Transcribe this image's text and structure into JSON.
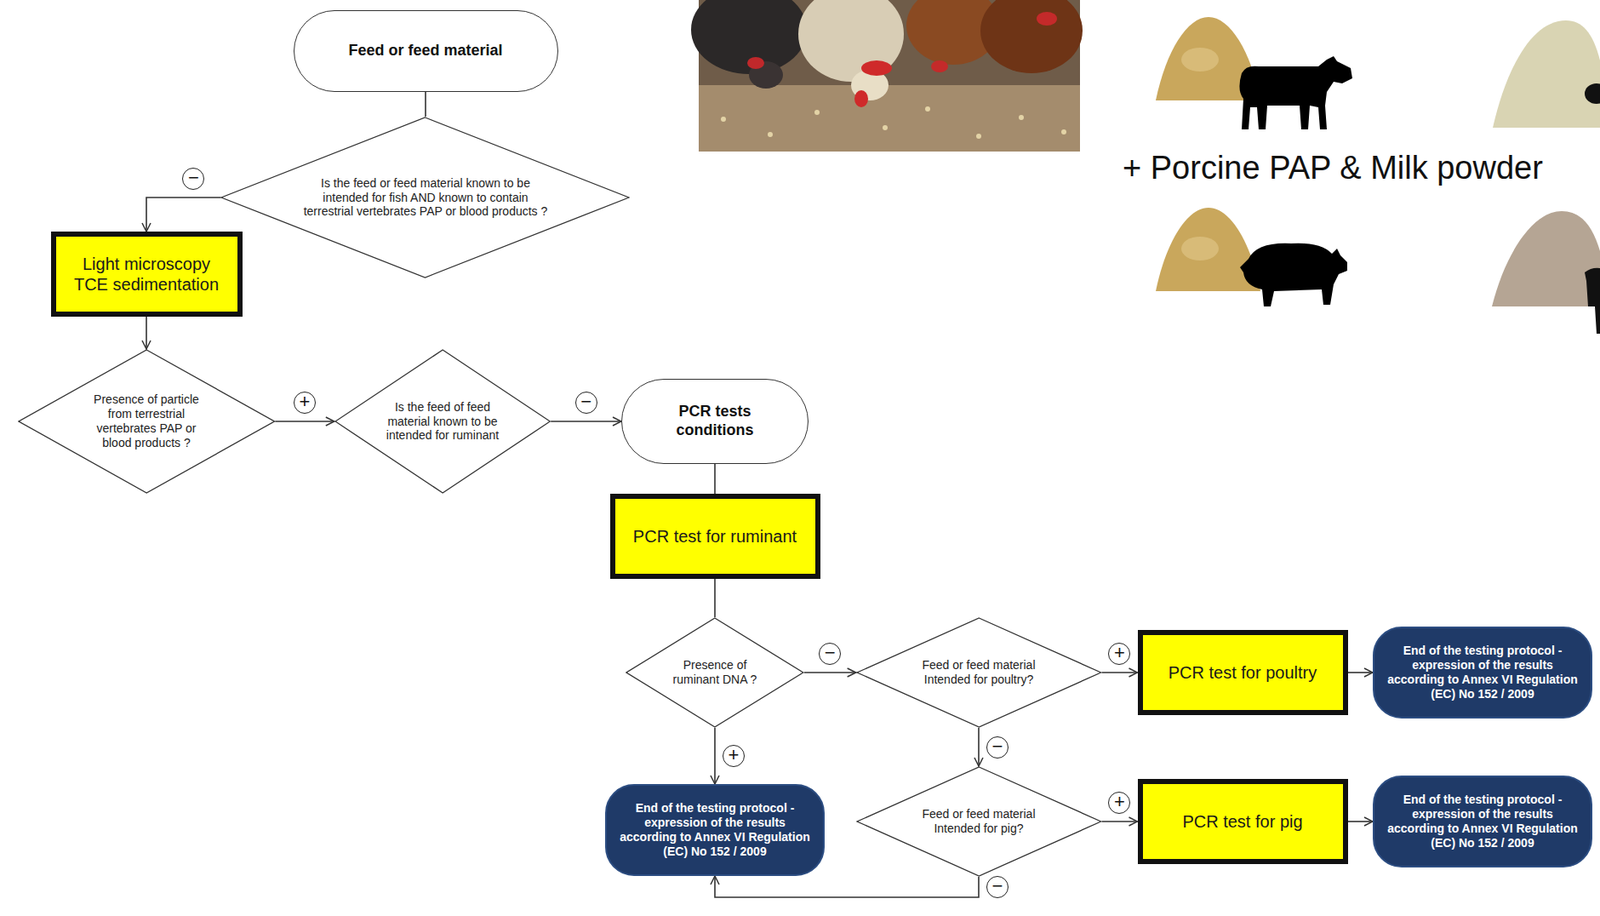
{
  "diagram": {
    "nodes": [
      {
        "text": [
          "Feed or feed material"
        ]
      },
      {
        "text": [
          "Is the feed or feed material known to be intended for fish AND known to contain terrestrial vertebrates PAP or blood products ?"
        ]
      },
      {
        "text": [
          "Light microscopy TCE sedimentation"
        ]
      },
      {
        "text": [
          "Presence of particle from terrestrial vertebrates PAP or blood products ?"
        ]
      },
      {
        "text": [
          "Is the feed of feed material known to be intended for ruminant"
        ]
      },
      {
        "text": [
          "PCR tests conditions"
        ]
      },
      {
        "text": [
          "PCR test for ruminant"
        ]
      },
      {
        "text": [
          "Presence of ruminant DNA ?"
        ]
      },
      {
        "text": [
          "Feed or feed material Intended for poultry?"
        ]
      },
      {
        "text": [
          "PCR test for poultry"
        ]
      },
      {
        "text": [
          "End of the testing protocol - expression of the results according to Annex VI Regulation (EC) No 152 / 2009"
        ]
      },
      {
        "text": [
          "End of the testing protocol - expression of the results according to Annex VI Regulation (EC) No 152 / 2009"
        ]
      },
      {
        "text": [
          "Feed or feed material Intended for pig?"
        ]
      },
      {
        "text": [
          "PCR test for pig"
        ]
      },
      {
        "text": [
          "End of the testing protocol - expression of the results according to Annex VI Regulation (EC) No 152 / 2009"
        ]
      }
    ],
    "edges": [
      {
        "from": 0,
        "to": 1,
        "arrow": "none"
      },
      {
        "from": 1,
        "to": 2,
        "label": "−",
        "arrow": "to"
      },
      {
        "from": 2,
        "to": 3,
        "arrow": "to"
      },
      {
        "from": 3,
        "to": 4,
        "label": "+",
        "arrow": "to"
      },
      {
        "from": 4,
        "to": 5,
        "label": "−",
        "arrow": "to"
      },
      {
        "from": 5,
        "to": 6,
        "arrow": "none"
      },
      {
        "from": 6,
        "to": 7,
        "arrow": "none"
      },
      {
        "from": 7,
        "to": 8,
        "label": "−",
        "arrow": "to"
      },
      {
        "from": 7,
        "to": 11,
        "label": "+",
        "arrow": "to"
      },
      {
        "from": 8,
        "to": 9,
        "label": "+",
        "arrow": "to"
      },
      {
        "from": 8,
        "to": 12,
        "label": "−",
        "arrow": "to"
      },
      {
        "from": 9,
        "to": 10,
        "arrow": "to"
      },
      {
        "from": 12,
        "to": 13,
        "label": "+",
        "arrow": "to"
      },
      {
        "from": 13,
        "to": 14,
        "arrow": "to"
      },
      {
        "from": 12,
        "to": 11,
        "label": "−",
        "arrow": "to"
      }
    ],
    "labels": [
      "+ Porcine PAP & Milk powder"
    ]
  }
}
